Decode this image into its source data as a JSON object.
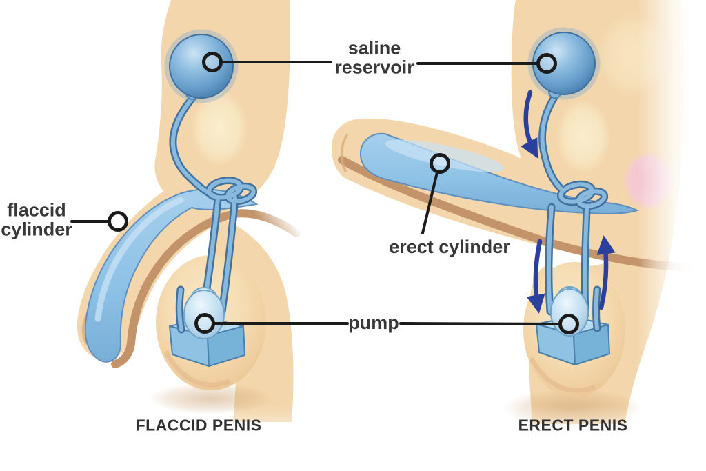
{
  "figure": {
    "type": "medical-illustration",
    "subject": "inflatable penile prosthesis, flaccid and erect states",
    "labels": {
      "saline_reservoir": "saline reservoir",
      "flaccid_cylinder": "flaccid cylinder",
      "erect_cylinder": "erect cylinder",
      "pump": "pump"
    },
    "panels": [
      {
        "id": "flaccid",
        "caption": "FLACCID PENIS"
      },
      {
        "id": "erect",
        "caption": "ERECT PENIS"
      }
    ],
    "colors": {
      "background": "#ffffff",
      "skin": "#f3d6ab",
      "skin_light": "#f9e8c8",
      "skin_shadow": "#e2b588",
      "bladder_highlight": "#f9efce",
      "device_blue": "#8ec2e6",
      "device_blue_light": "#c9e3f5",
      "tube_blue": "#8ab9de",
      "tube_outline": "#41719f",
      "pump_blue_top": "#b9dcf0",
      "pump_blue_front": "#8fc2e3",
      "pump_blue_side": "#77b3d9",
      "reservoir_blue": "#6ba3d2",
      "arrow_navy": "#2b3f9d",
      "urethra_tan": "#c3946a",
      "glans_pink": "#f2c3cd",
      "leader_line": "#1b1b1b",
      "label_text": "#383838"
    }
  }
}
